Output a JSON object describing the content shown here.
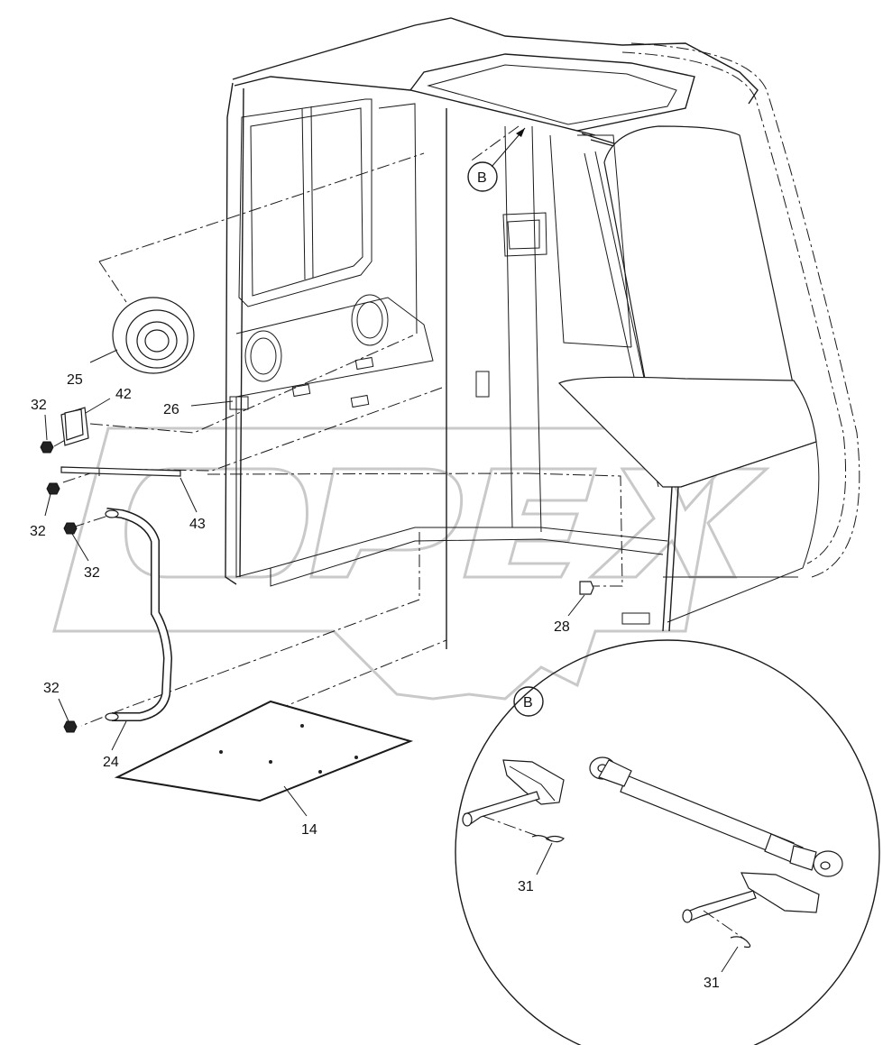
{
  "diagram": {
    "callouts": [
      {
        "id": "c25",
        "text": "25"
      },
      {
        "id": "c42",
        "text": "42"
      },
      {
        "id": "c32a",
        "text": "32"
      },
      {
        "id": "c26",
        "text": "26"
      },
      {
        "id": "c43",
        "text": "43"
      },
      {
        "id": "c32b",
        "text": "32"
      },
      {
        "id": "c32c",
        "text": "32"
      },
      {
        "id": "c32d",
        "text": "32"
      },
      {
        "id": "c24",
        "text": "24"
      },
      {
        "id": "c14",
        "text": "14"
      },
      {
        "id": "c28",
        "text": "28"
      },
      {
        "id": "c31a",
        "text": "31"
      },
      {
        "id": "c31b",
        "text": "31"
      }
    ],
    "detail_marker": "B",
    "detail_view_label": "B",
    "watermark": "OPEX"
  }
}
